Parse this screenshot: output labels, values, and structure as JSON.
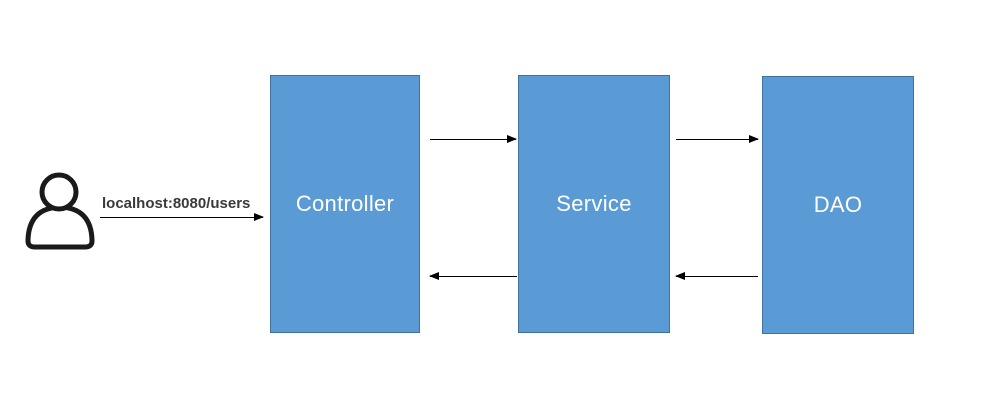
{
  "diagram": {
    "actor": {
      "icon": "user-icon"
    },
    "request": {
      "label": "localhost:8080/users"
    },
    "boxes": [
      {
        "id": "controller",
        "label": "Controller"
      },
      {
        "id": "service",
        "label": "Service"
      },
      {
        "id": "dao",
        "label": "DAO"
      }
    ],
    "arrows": [
      {
        "id": "user-to-controller",
        "direction": "right"
      },
      {
        "id": "controller-to-service",
        "direction": "right"
      },
      {
        "id": "service-to-controller",
        "direction": "left"
      },
      {
        "id": "service-to-dao",
        "direction": "right"
      },
      {
        "id": "dao-to-service",
        "direction": "left"
      }
    ],
    "colors": {
      "box_fill": "#5B9BD5",
      "box_border": "#41719C",
      "box_text": "#FFFFFF",
      "arrow": "#000000",
      "label_text": "#3A3A3A",
      "background": "#FFFFFF"
    }
  }
}
